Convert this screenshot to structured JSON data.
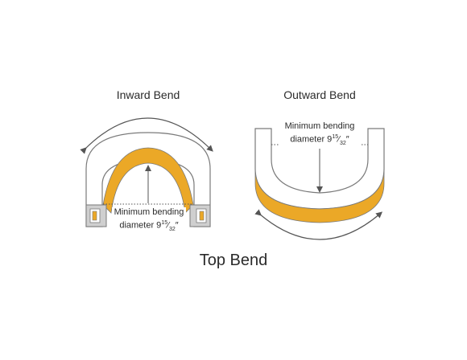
{
  "inward": {
    "title": "Inward Bend",
    "caption_line1": "Minimum bending",
    "caption_line2": "diameter 9",
    "frac_num": "15",
    "frac_den": "32",
    "inch": "″"
  },
  "outward": {
    "title": "Outward Bend",
    "caption_line1": "Minimum bending",
    "caption_line2": "diameter 9",
    "frac_num": "15",
    "frac_den": "32",
    "inch": "″"
  },
  "main_title": "Top Bend",
  "colors": {
    "amber": "#EBA827",
    "outline": "#7a7a7a",
    "arrow": "#555555",
    "housing": "#bdbdbd",
    "text": "#2b2b2b"
  }
}
